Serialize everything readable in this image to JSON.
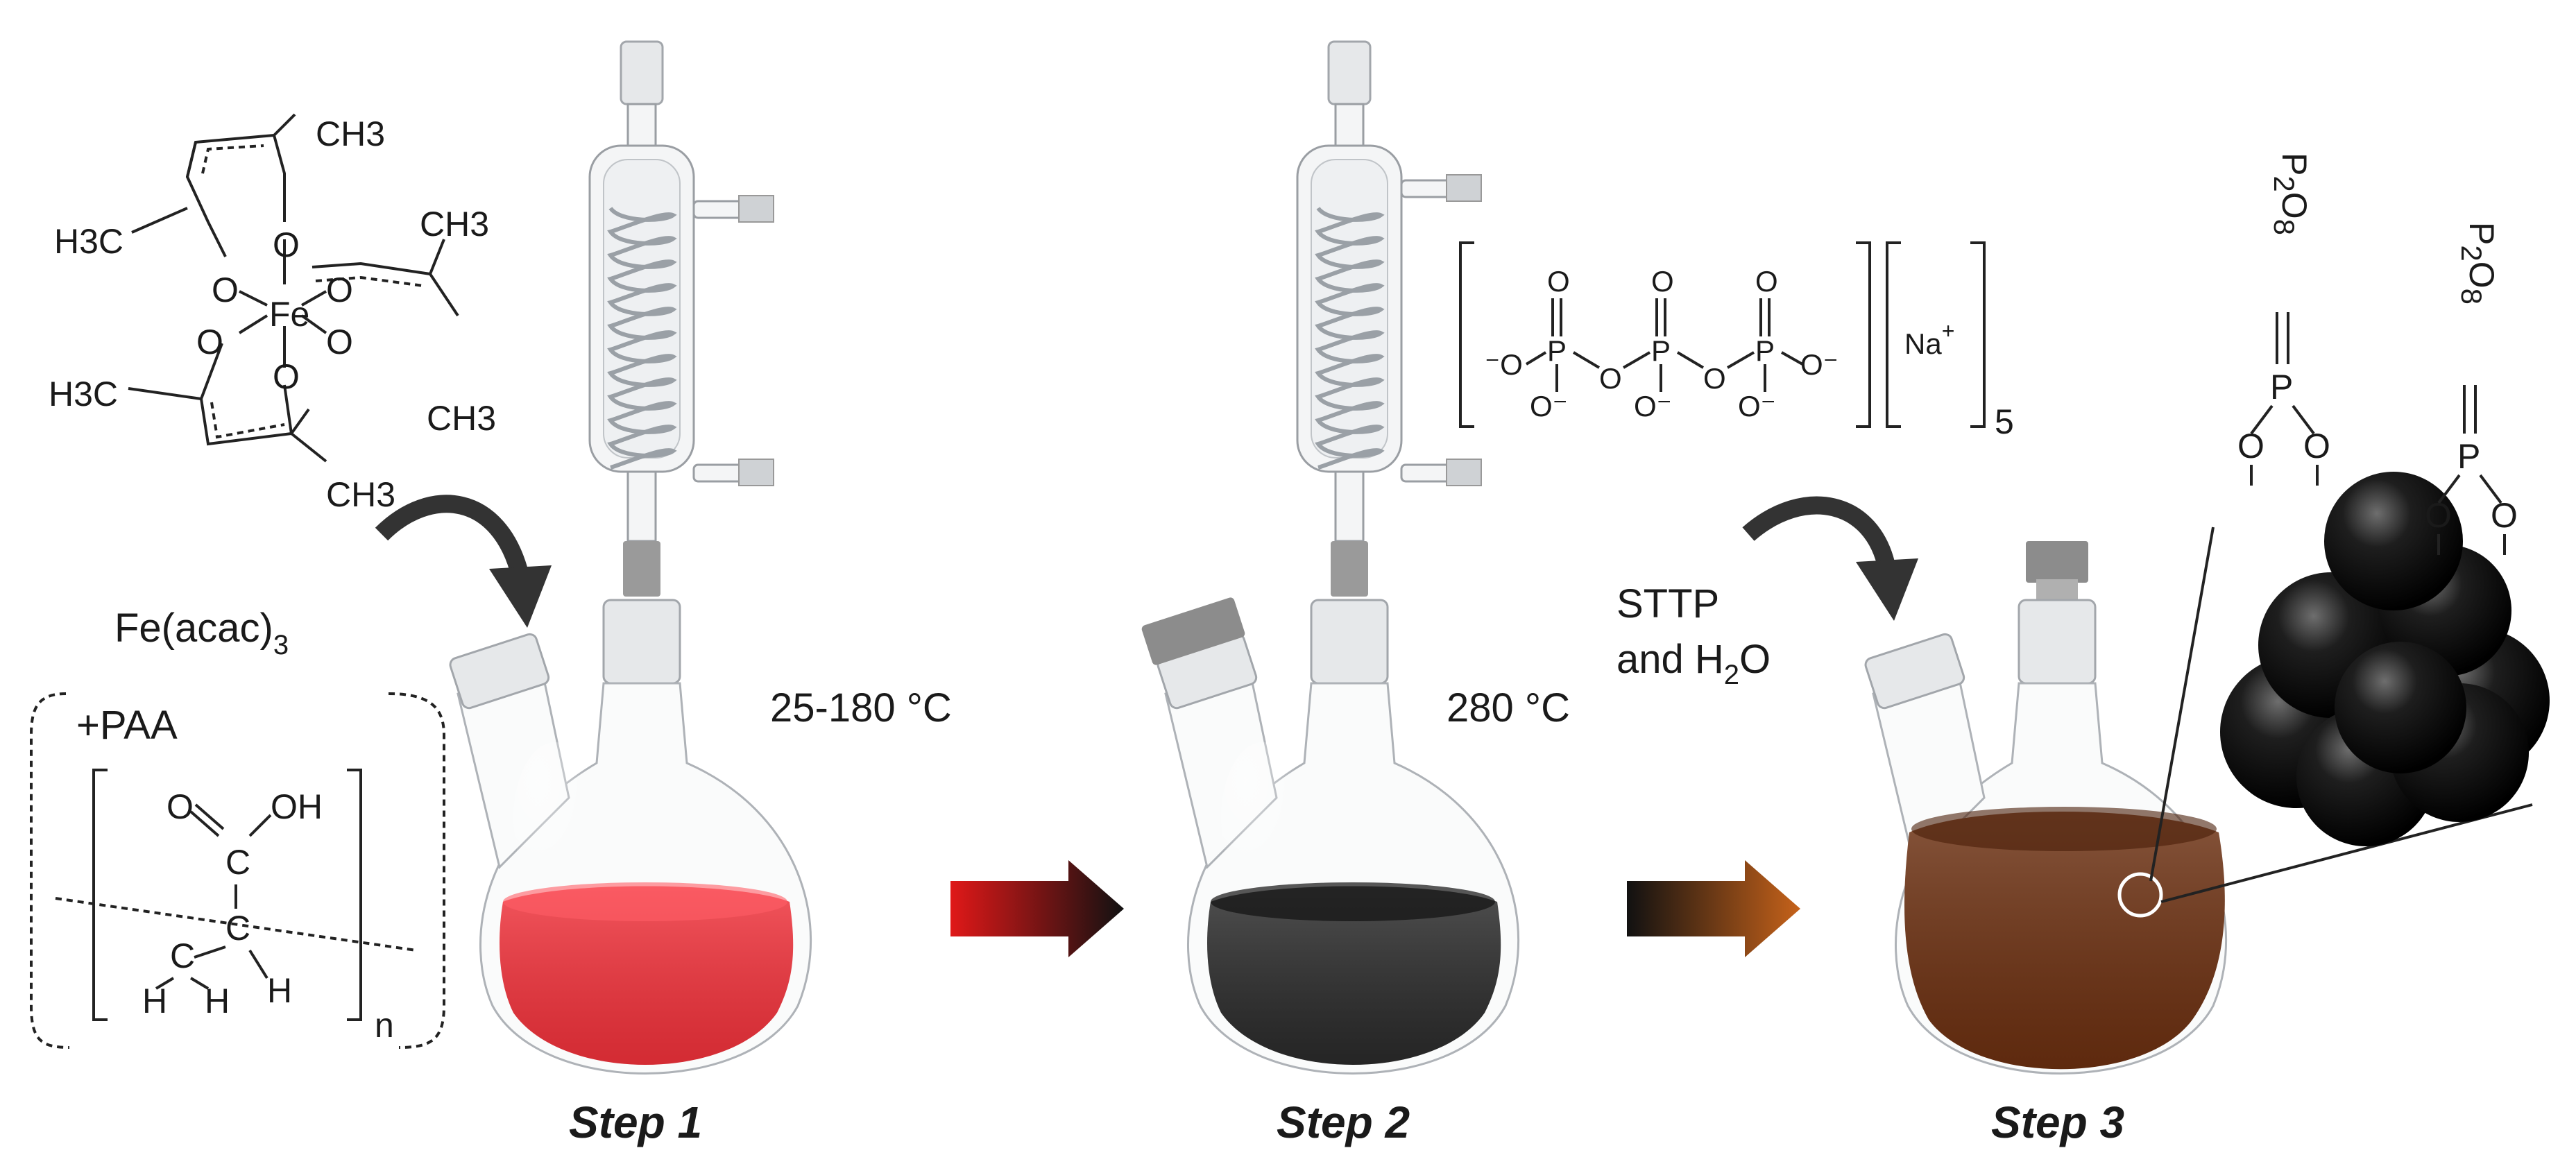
{
  "reagents": {
    "fe_acac_complex": {
      "methyl_groups": [
        "CH3",
        "H3C",
        "CH3",
        "H3C",
        "CH3",
        "CH3"
      ],
      "metal": "Fe",
      "oxygen": "O"
    },
    "fe_acac_label": "Fe(acac)",
    "fe_acac_subscript": "3",
    "paa_label": "+PAA",
    "paa_structure": {
      "carbonyl_o": "O",
      "carbon": "C",
      "hydroxyl": "OH",
      "hydrogens": [
        "H",
        "H",
        "H"
      ],
      "repeat_subscript": "n"
    },
    "sttp_label_line1": "STTP",
    "sttp_label_line2": "and H",
    "sttp_label_sub": "2",
    "sttp_label_end": "O",
    "triphosphate": {
      "phosphorus": "P",
      "oxygen": "O",
      "counterion": "Na",
      "counterion_charge": "+",
      "count": "5"
    },
    "surface_groups": {
      "p2o8_main": "P",
      "p2o8_sub1": "2",
      "p2o8_o": "O",
      "p2o8_sub2": "8",
      "phosphorus": "P",
      "oxygen": "O"
    }
  },
  "steps": [
    {
      "label": "Step 1",
      "temperature": "25-180 °C",
      "solution_color": "#f0313a"
    },
    {
      "label": "Step 2",
      "temperature": "280 °C",
      "solution_color": "#2a2a2a"
    },
    {
      "label": "Step 3",
      "temperature": "",
      "solution_color": "#6b2f10"
    }
  ],
  "arrows": [
    {
      "from_color": "#e01818",
      "to_color": "#111111"
    },
    {
      "from_color": "#111111",
      "to_color": "#c6621a"
    }
  ],
  "colors": {
    "nanoparticle": "#111111",
    "glass_outline": "#9a9ea3",
    "stopper": "#8c8c8c"
  }
}
